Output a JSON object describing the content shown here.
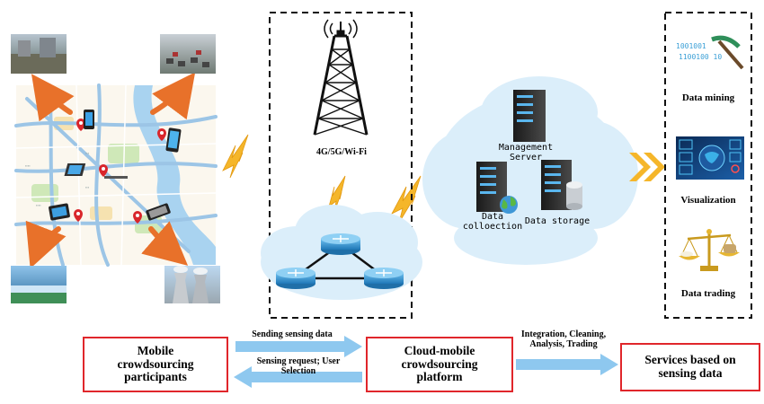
{
  "tower": {
    "label": "4G/5G/Wi-Fi"
  },
  "cloud": {
    "management_server": "Management\nServer",
    "data_collection": "Data\ncolloection",
    "data_storage": "Data storage"
  },
  "services": {
    "data_mining": "Data mining",
    "visualization": "Visualization",
    "data_trading": "Data trading",
    "binary_text_1": "1001001",
    "binary_text_2": "1100100 10"
  },
  "flow": {
    "participants": "Mobile\ncrowdsourcing\nparticipants",
    "platform": "Cloud-mobile\ncrowdsourcing\nplatform",
    "services": "Services based on\nsensing data",
    "sending": "Sending sensing data",
    "request": "Sensing request; User\nSelection",
    "integration": "Integration, Cleaning,\nAnalysis, Trading"
  },
  "colors": {
    "box_border": "#e0262b",
    "arrow_blue": "#8ec8ef",
    "orange": "#e8712a",
    "lightning": "#f5b62a",
    "cloud": "#dbeefa"
  }
}
